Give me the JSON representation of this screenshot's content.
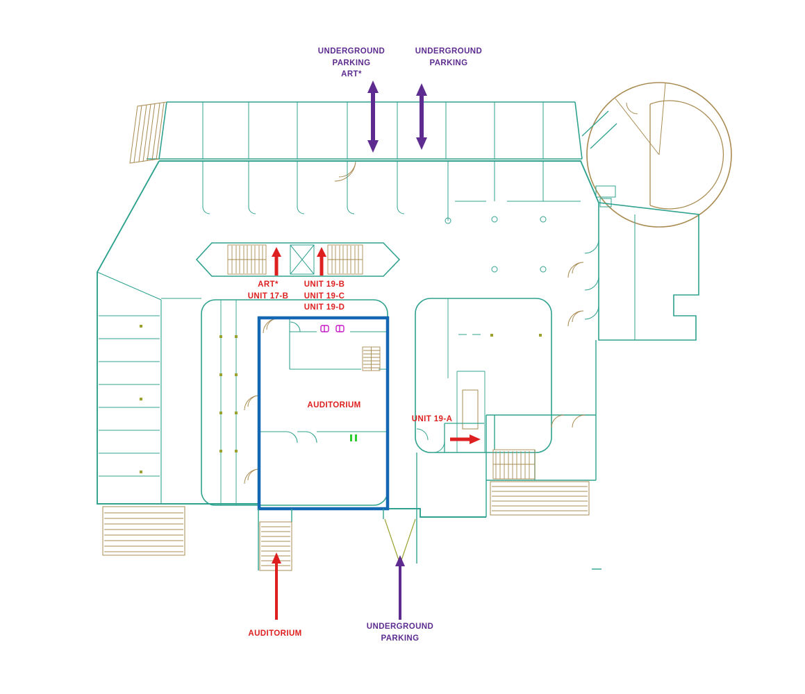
{
  "page": {
    "type": "architectural-floor-plan",
    "background": "#ffffff"
  },
  "colors": {
    "walls_teal": "#2EA28E",
    "details_brown": "#A98B52",
    "highlight_blue": "#1467B2",
    "label_red": "#DD1F1F",
    "label_purple": "#5E2C91",
    "fixture_magenta": "#C817C8",
    "marker_green": "#2ECC2E",
    "marker_olive": "#9AA12F"
  },
  "labels": {
    "parking_top_left": "UNDERGROUND\nPARKING\nART*",
    "parking_top_right": "UNDERGROUND\nPARKING",
    "art_unit_17b": "ART*\nUNIT 17-B",
    "unit_19bcd": "UNIT 19-B\nUNIT 19-C\nUNIT 19-D",
    "auditorium_center": "AUDITORIUM",
    "unit_19a": "UNIT 19-A",
    "auditorium_bottom": "AUDITORIUM",
    "parking_bottom": "UNDERGROUND\nPARKING"
  }
}
